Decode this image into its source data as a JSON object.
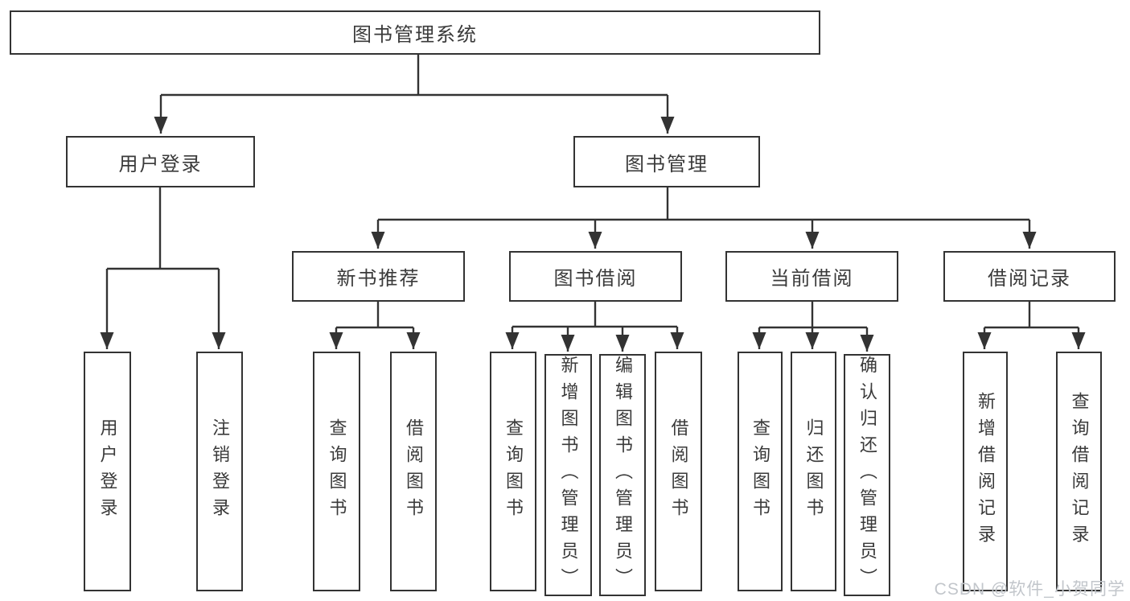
{
  "tree": {
    "label": "图书管理系统",
    "children": [
      {
        "label": "用户登录",
        "children": [
          {
            "label": "用户登录"
          },
          {
            "label": "注销登录"
          }
        ]
      },
      {
        "label": "图书管理",
        "children": [
          {
            "label": "新书推荐",
            "children": [
              {
                "label": "查询图书"
              },
              {
                "label": "借阅图书"
              }
            ]
          },
          {
            "label": "图书借阅",
            "children": [
              {
                "label": "查询图书"
              },
              {
                "label": "新增图书（管理员）"
              },
              {
                "label": "编辑图书（管理员）"
              },
              {
                "label": "借阅图书"
              }
            ]
          },
          {
            "label": "当前借阅",
            "children": [
              {
                "label": "查询图书"
              },
              {
                "label": "归还图书"
              },
              {
                "label": "确认归还（管理员）"
              }
            ]
          },
          {
            "label": "借阅记录",
            "children": [
              {
                "label": "新增借阅记录"
              },
              {
                "label": "查询借阅记录"
              }
            ]
          }
        ]
      }
    ]
  },
  "watermark": {
    "text": "CSDN @软件_小贺同学"
  },
  "colors": {
    "line": "#333333",
    "text": "#3a3a3a",
    "watermark": "#c2c6cb",
    "background": "#ffffff"
  }
}
